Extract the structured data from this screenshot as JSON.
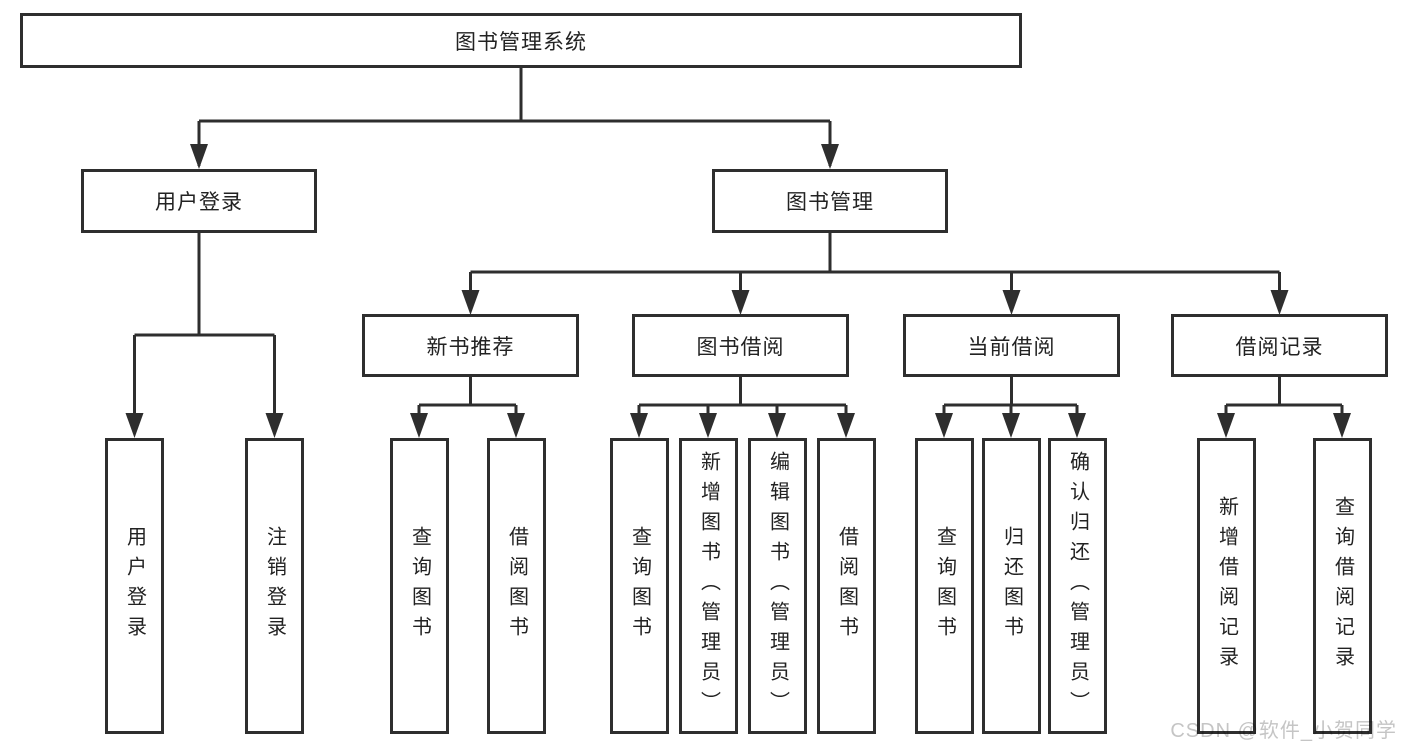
{
  "tree": {
    "label": "图书管理系统",
    "children": [
      {
        "label": "用户登录",
        "children": [
          {
            "label": "用户登录"
          },
          {
            "label": "注销登录"
          }
        ]
      },
      {
        "label": "图书管理",
        "children": [
          {
            "label": "新书推荐",
            "children": [
              {
                "label": "查询图书"
              },
              {
                "label": "借阅图书"
              }
            ]
          },
          {
            "label": "图书借阅",
            "children": [
              {
                "label": "查询图书"
              },
              {
                "label": "新增图书（管理员）"
              },
              {
                "label": "编辑图书（管理员）"
              },
              {
                "label": "借阅图书"
              }
            ]
          },
          {
            "label": "当前借阅",
            "children": [
              {
                "label": "查询图书"
              },
              {
                "label": "归还图书"
              },
              {
                "label": "确认归还（管理员）"
              }
            ]
          },
          {
            "label": "借阅记录",
            "children": [
              {
                "label": "新增借阅记录"
              },
              {
                "label": "查询借阅记录"
              }
            ]
          }
        ]
      }
    ]
  },
  "watermark": {
    "text": "CSDN @软件_小贺同学"
  },
  "colors": {
    "line": "#2e2e2e",
    "text": "#222222",
    "watermark": "#c5c5c5",
    "background": "#ffffff"
  }
}
